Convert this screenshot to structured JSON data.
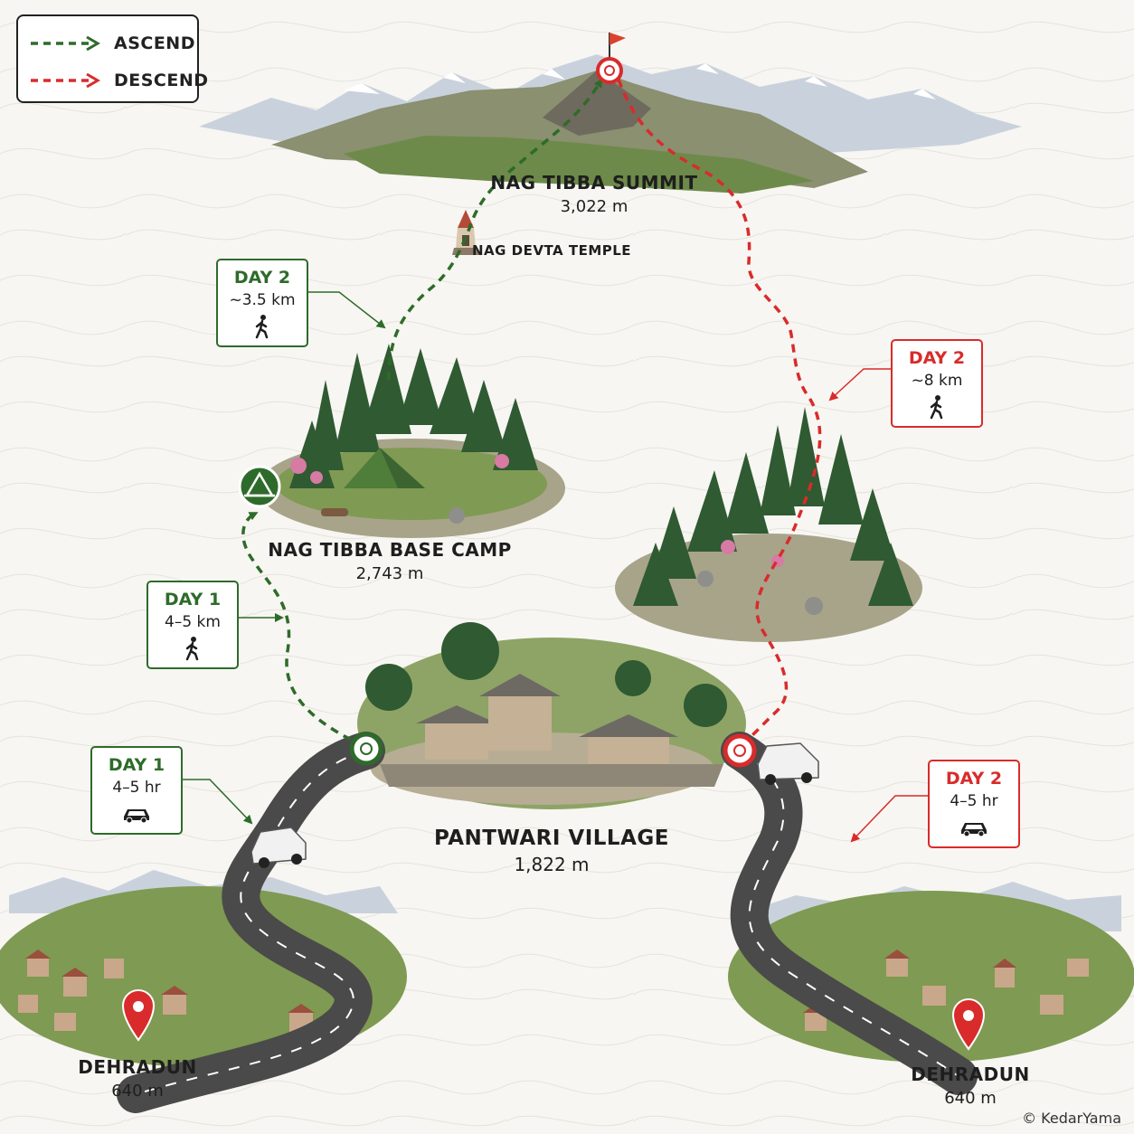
{
  "legend": {
    "ascend_label": "ASCEND",
    "descend_label": "DESCEND"
  },
  "colors": {
    "ascend": "#2e6b2a",
    "descend": "#d92b2b"
  },
  "locations": {
    "summit": {
      "name": "NAG TIBBA SUMMIT",
      "elevation": "3,022 m"
    },
    "temple": {
      "name": "NAG DEVTA TEMPLE"
    },
    "base_camp": {
      "name": "NAG TIBBA BASE CAMP",
      "elevation": "2,743 m"
    },
    "village": {
      "name": "PANTWARI VILLAGE",
      "elevation": "1,822 m"
    },
    "dehradun_start": {
      "name": "DEHRADUN",
      "elevation": "640 m"
    },
    "dehradun_end": {
      "name": "DEHRADUN",
      "elevation": "640 m"
    }
  },
  "segments": {
    "day2_ascend": {
      "day": "DAY 2",
      "distance": "~3.5 km",
      "mode_icon": "hiker-icon"
    },
    "day1_trek": {
      "day": "DAY 1",
      "distance": "4–5 km",
      "mode_icon": "hiker-icon"
    },
    "day1_drive": {
      "day": "DAY 1",
      "distance": "4–5 hr",
      "mode_icon": "car-icon"
    },
    "day2_descend": {
      "day": "DAY 2",
      "distance": "~8 km",
      "mode_icon": "hiker-icon"
    },
    "day2_drive": {
      "day": "DAY 2",
      "distance": "4–5 hr",
      "mode_icon": "car-icon"
    }
  },
  "credit": "© KedarYama"
}
